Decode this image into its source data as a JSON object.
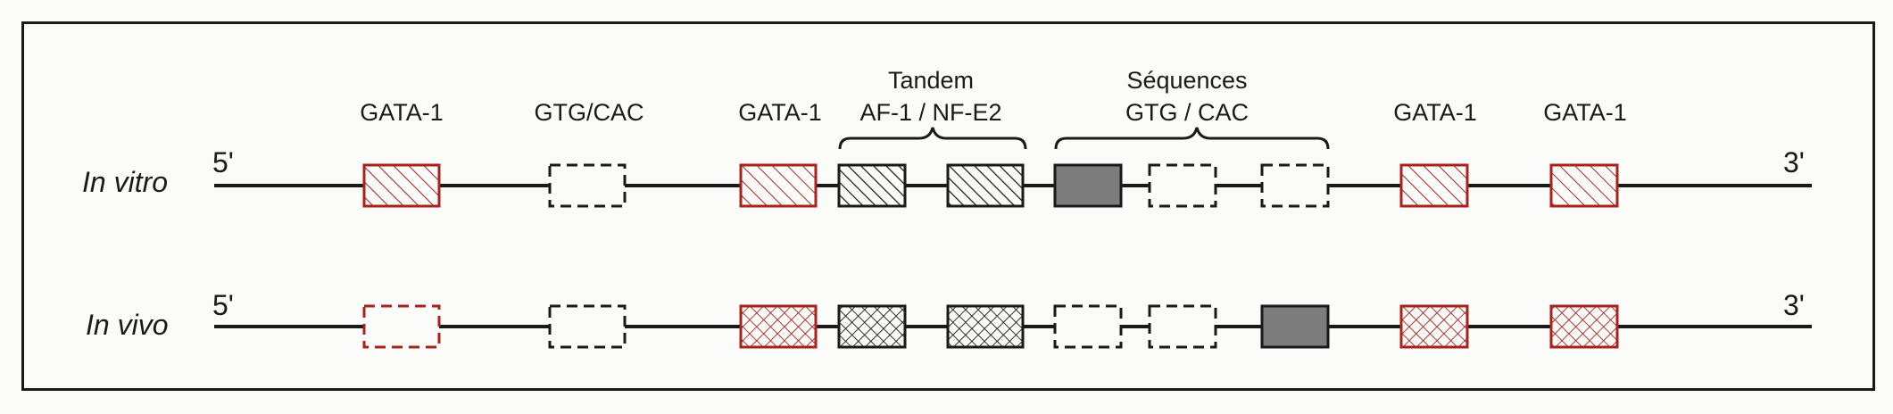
{
  "labels": {
    "gata1_a": "GATA-1",
    "gtg_cac_a": "GTG/CAC",
    "gata1_b": "GATA-1",
    "tandem_line1": "Tandem",
    "tandem_line2": "AF-1 / NF-E2",
    "seq_line1": "Séquences",
    "seq_line2": "GTG / CAC",
    "gata1_c": "GATA-1",
    "gata1_d": "GATA-1"
  },
  "rows": [
    {
      "label": "In vitro",
      "five_prime": "5'",
      "three_prime": "3'",
      "boxes": [
        {
          "id": "gata1-a",
          "color": "red",
          "fill": "hatch",
          "border": "solid"
        },
        {
          "id": "gtg-cac-a",
          "color": "black",
          "fill": "none",
          "border": "dashed"
        },
        {
          "id": "gata1-b",
          "color": "red",
          "fill": "hatch",
          "border": "solid"
        },
        {
          "id": "af1",
          "color": "black",
          "fill": "hatch",
          "border": "solid"
        },
        {
          "id": "nfe2",
          "color": "black",
          "fill": "hatch",
          "border": "solid"
        },
        {
          "id": "seq-1",
          "color": "black",
          "fill": "gray",
          "border": "solid"
        },
        {
          "id": "seq-2",
          "color": "black",
          "fill": "none",
          "border": "dashed"
        },
        {
          "id": "seq-3",
          "color": "black",
          "fill": "none",
          "border": "dashed"
        },
        {
          "id": "gata1-c",
          "color": "red",
          "fill": "hatch",
          "border": "solid"
        },
        {
          "id": "gata1-d",
          "color": "red",
          "fill": "hatch",
          "border": "solid"
        }
      ]
    },
    {
      "label": "In vivo",
      "five_prime": "5'",
      "three_prime": "3'",
      "boxes": [
        {
          "id": "gata1-a",
          "color": "red",
          "fill": "none",
          "border": "dashed"
        },
        {
          "id": "gtg-cac-a",
          "color": "black",
          "fill": "none",
          "border": "dashed"
        },
        {
          "id": "gata1-b",
          "color": "red",
          "fill": "crosshatch",
          "border": "solid"
        },
        {
          "id": "af1",
          "color": "black",
          "fill": "crosshatch",
          "border": "solid"
        },
        {
          "id": "nfe2",
          "color": "black",
          "fill": "crosshatch",
          "border": "solid"
        },
        {
          "id": "seq-1",
          "color": "black",
          "fill": "none",
          "border": "dashed"
        },
        {
          "id": "seq-2",
          "color": "black",
          "fill": "none",
          "border": "dashed"
        },
        {
          "id": "seq-3",
          "color": "black",
          "fill": "gray",
          "border": "solid"
        },
        {
          "id": "gata1-c",
          "color": "red",
          "fill": "crosshatch",
          "border": "solid"
        },
        {
          "id": "gata1-d",
          "color": "red",
          "fill": "crosshatch",
          "border": "solid"
        }
      ]
    }
  ],
  "colors": {
    "red": "#a8231c",
    "black": "#1a1a1a",
    "gray": "#7d7d7d"
  }
}
